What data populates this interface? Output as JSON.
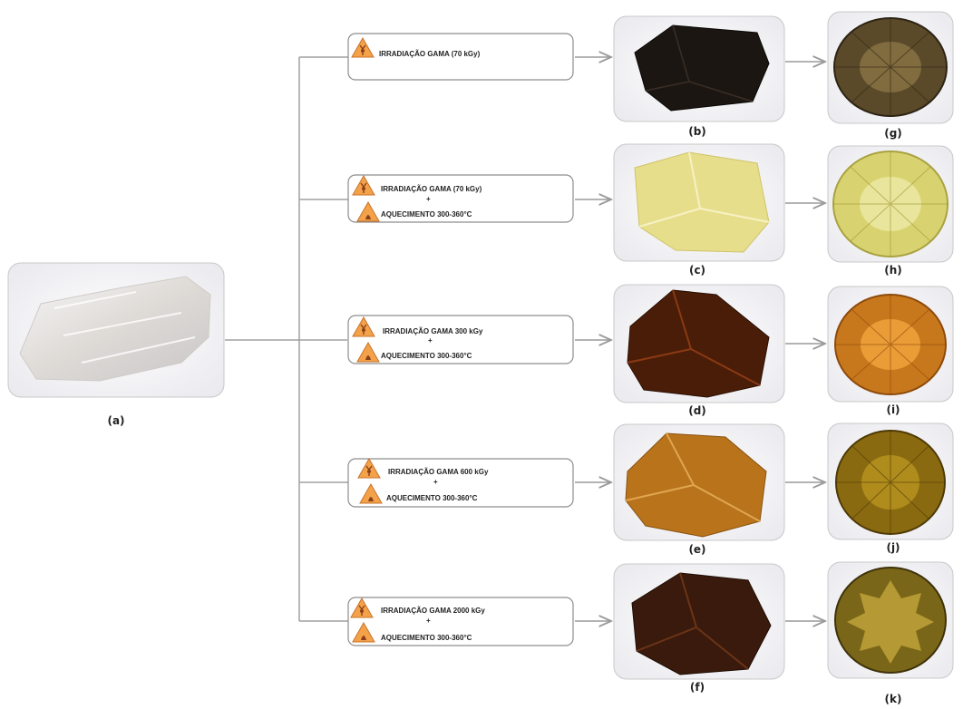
{
  "caption": "",
  "labels": {
    "a": "(a)",
    "b": "(b)",
    "c": "(c)",
    "d": "(d)",
    "e": "(e)",
    "f": "(f)",
    "g": "(g)",
    "h": "(h)",
    "i": "(i)",
    "j": "(j)",
    "k": "(k)"
  },
  "treatments": [
    {
      "line1": "IRRADIAÇÃO GAMA (70 kGy)",
      "plus": "",
      "line2": ""
    },
    {
      "line1": "IRRADIAÇÃO GAMA (70 kGy)",
      "plus": "+",
      "line2": "AQUECIMENTO 300-360°C"
    },
    {
      "line1": "IRRADIAÇÃO GAMA 300 kGy",
      "plus": "+",
      "line2": "AQUECIMENTO 300-360°C"
    },
    {
      "line1": "IRRADIAÇÃO GAMA 600 kGy",
      "plus": "+",
      "line2": "AQUECIMENTO 300-360°C"
    },
    {
      "line1": "IRRADIAÇÃO GAMA  2000 kGy",
      "plus": "+",
      "line2": "AQUECIMENTO 300-360°C"
    }
  ],
  "icons": {
    "radiation": "radiation-warning-icon",
    "heat": "heat-warning-icon"
  },
  "colors": {
    "rough": [
      "#1a1410",
      "#e6dd8a",
      "#4a1d08",
      "#b8731b",
      "#3a1a0c"
    ],
    "cut": [
      "#5a4a2a",
      "#d8d370",
      "#c8781c",
      "#8a6a10",
      "#7a6618"
    ],
    "warning": "#f3a24a",
    "line": "#9a9a9a"
  }
}
